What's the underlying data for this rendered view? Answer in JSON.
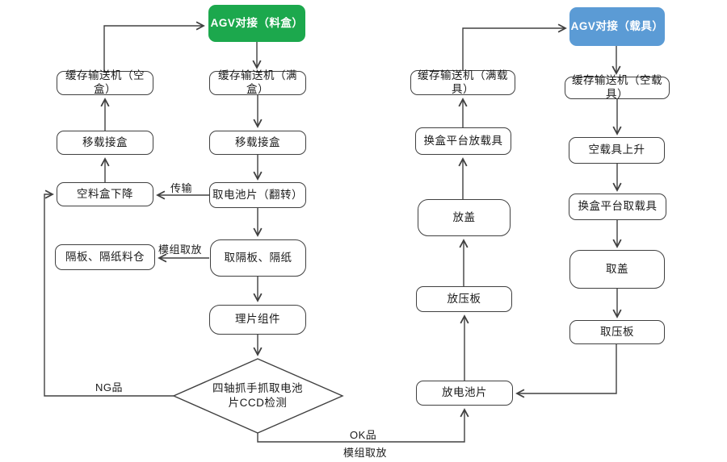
{
  "diagram": {
    "type": "flowchart",
    "colors": {
      "start_tray_fill": "#1CA84D",
      "start_carrier_fill": "#5B9BD5",
      "node_border": "#404040",
      "connector": "#404040",
      "node_fill": "#ffffff",
      "text": "#1a1a1a"
    },
    "nodes": {
      "agv_dock_tray": "AGV对接（料盒）",
      "buffer_full_box": "缓存输送机（满盒）",
      "buffer_empty_box": "缓存输送机（空盒）",
      "transfer_box_left": "移载接盒",
      "transfer_box_right": "移载接盒",
      "empty_tray_descend": "空料盒下降",
      "pick_cell_flip": "取电池片（翻转）",
      "separator_magazine": "隔板、隔纸料仓",
      "pick_separator": "取隔板、隔纸",
      "align_cells": "理片组件",
      "ccd_check": "四轴抓手抓取电池片CCD检测",
      "place_cell": "放电池片",
      "place_press_plate": "放压板",
      "place_cover": "放盖",
      "swap_platform_place_carrier": "换盒平台放载具",
      "buffer_full_carrier": "缓存输送机（满载具）",
      "agv_dock_carrier": "AGV对接（载具）",
      "buffer_empty_carrier": "缓存输送机（空载具）",
      "empty_carrier_rise": "空载具上升",
      "swap_platform_take_carrier": "换盒平台取载具",
      "take_cover": "取盖",
      "take_press_plate": "取压板"
    },
    "edge_labels": {
      "transmit": "传输",
      "module_pick_left": "模组取放",
      "ng": "NG品",
      "ok": "OK品",
      "module_pick_bottom": "模组取放"
    }
  }
}
